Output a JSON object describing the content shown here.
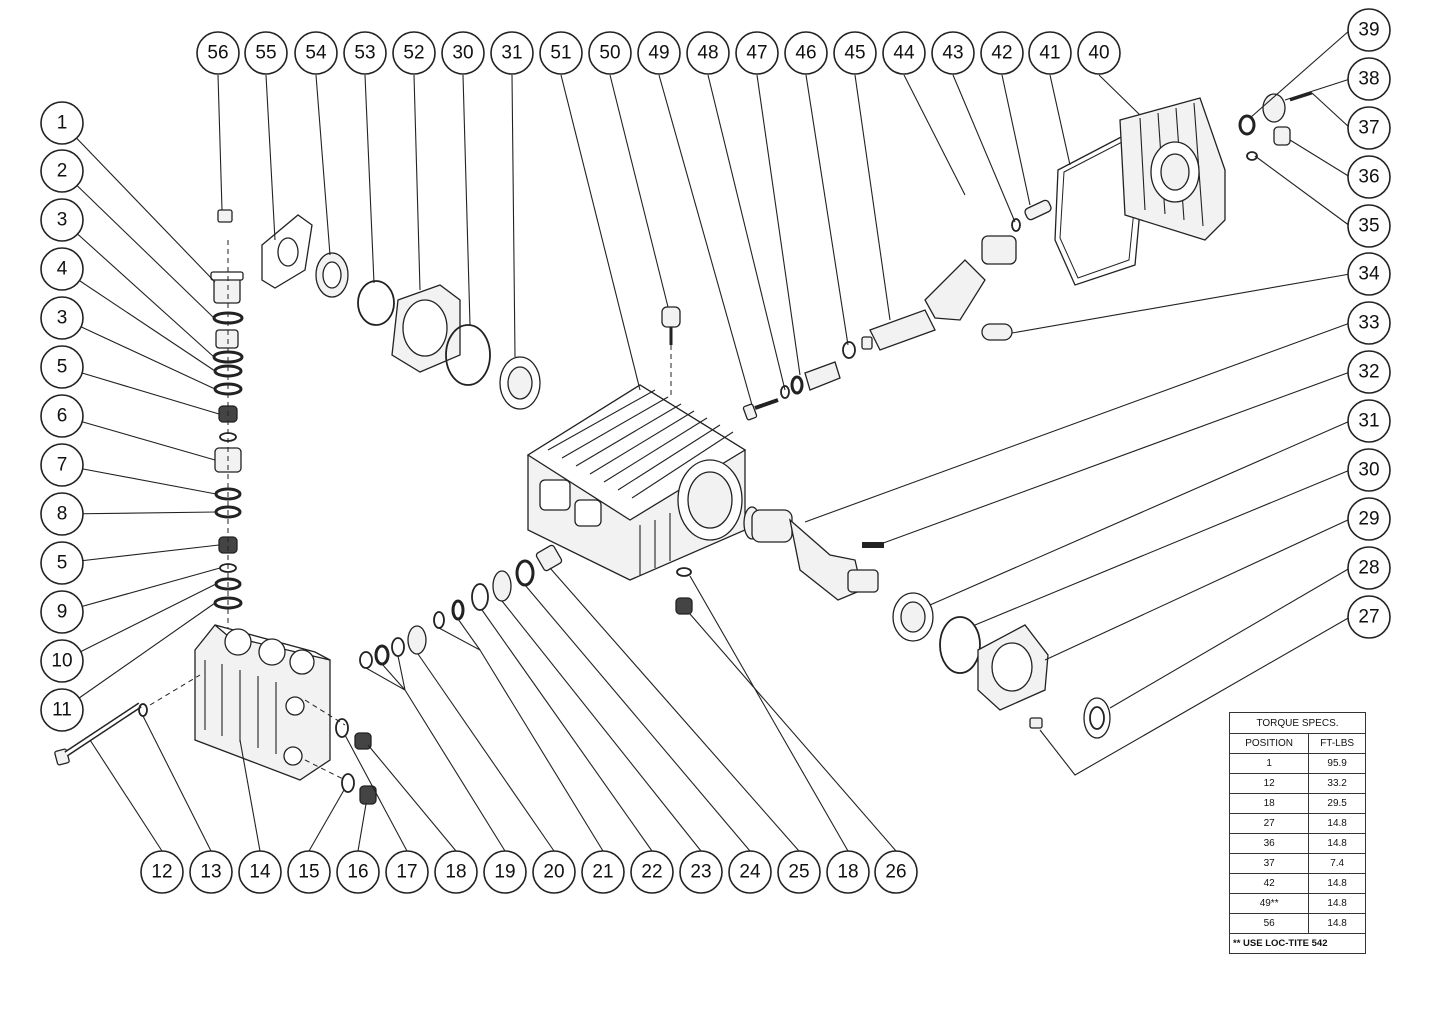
{
  "callouts": [
    "56",
    "55",
    "54",
    "53",
    "52",
    "30",
    "31",
    "51",
    "50",
    "49",
    "48",
    "47",
    "46",
    "45",
    "44",
    "43",
    "42",
    "41",
    "40",
    "39",
    "1",
    "2",
    "3",
    "4",
    "3",
    "5",
    "6",
    "7",
    "8",
    "5",
    "9",
    "10",
    "11",
    "38",
    "37",
    "36",
    "35",
    "34",
    "33",
    "32",
    "31",
    "30",
    "29",
    "28",
    "27",
    "12",
    "13",
    "14",
    "15",
    "16",
    "17",
    "18",
    "19",
    "20",
    "21",
    "22",
    "23",
    "24",
    "25",
    "18",
    "26"
  ],
  "torque_table": {
    "title": "TORQUE SPECS.",
    "col_position": "POSITION",
    "col_ftlbs": "FT-LBS",
    "rows": [
      {
        "position": "1",
        "ftlbs": "95.9"
      },
      {
        "position": "12",
        "ftlbs": "33.2"
      },
      {
        "position": "18",
        "ftlbs": "29.5"
      },
      {
        "position": "27",
        "ftlbs": "14.8"
      },
      {
        "position": "36",
        "ftlbs": "14.8"
      },
      {
        "position": "37",
        "ftlbs": "7.4"
      },
      {
        "position": "42",
        "ftlbs": "14.8"
      },
      {
        "position": "49**",
        "ftlbs": "14.8"
      },
      {
        "position": "56",
        "ftlbs": "14.8"
      }
    ],
    "note": "** USE LOC-TITE 542"
  }
}
